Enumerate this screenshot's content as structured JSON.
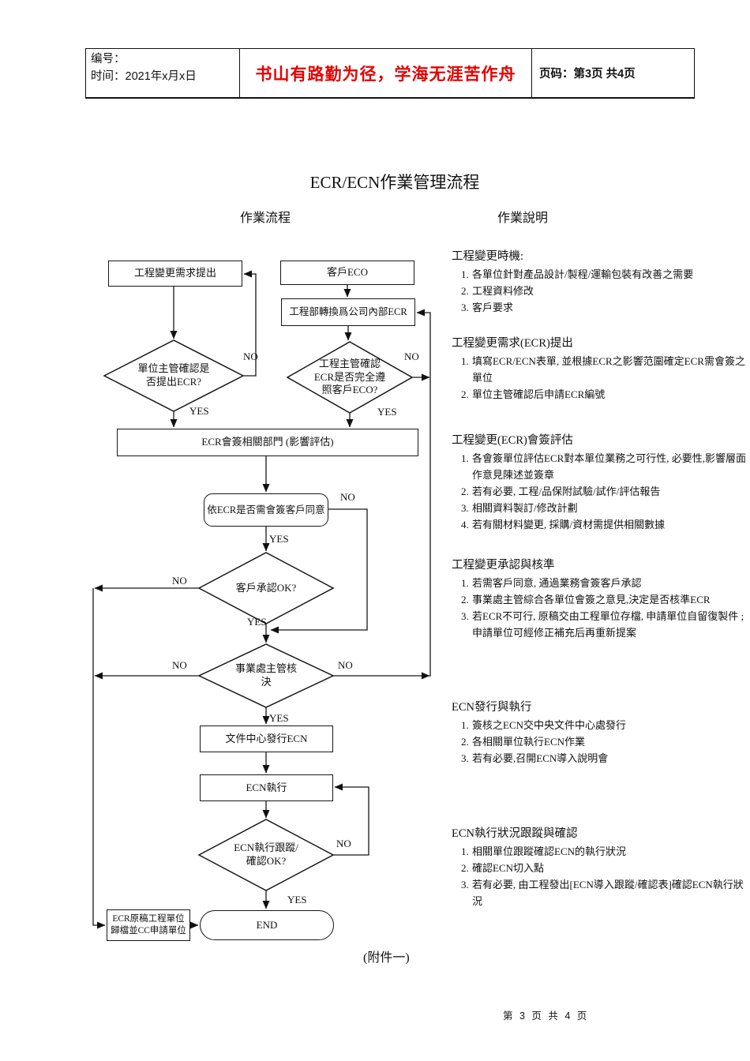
{
  "header": {
    "number_label": "编号：",
    "time_label": "时间：2021年x月x日",
    "motto": "书山有路勤为径，学海无涯苦作舟",
    "page_info": "页码：第3页 共4页"
  },
  "title": "ECR/ECN作業管理流程",
  "column_headers": {
    "process": "作業流程",
    "description": "作業說明"
  },
  "flow": {
    "request_box": "工程變更需求提出",
    "customer_eco_box": "客戶ECO",
    "convert_box": "工程部轉換爲公司內部ECR",
    "unit_manager_diamond": "單位主管確認是\n否提出ECR?",
    "eng_manager_diamond": "工程主管確認\nECR是否完全遵\n照客戶ECO?",
    "countersign_box": "ECR會簽相關部門 (影響評估)",
    "need_customer_box": "依ECR是否需會簽客戶同意",
    "customer_ok_diamond": "客戶承認OK?",
    "division_diamond": "事業處主管核\n決",
    "issue_box": "文件中心發行ECN",
    "execute_box": "ECN執行",
    "tracking_diamond": "ECN執行跟蹤/\n確認OK?",
    "archive_box": "ECR原稿工程單位\n歸檔並CC申請單位",
    "end_node": "END",
    "yes": "YES",
    "no": "NO"
  },
  "sections": [
    {
      "heading": "工程變更時機:",
      "items": [
        "各單位針對產品設計/製程/運輸包裝有改善之需要",
        "工程資料修改",
        "客戶要求"
      ]
    },
    {
      "heading": "工程變更需求(ECR)提出",
      "items": [
        "填寫ECR/ECN表單, 並根據ECR之影響范圍確定ECR需會簽之單位",
        "單位主管確認后申請ECR編號"
      ]
    },
    {
      "heading": "工程變更(ECR)會簽評估",
      "items": [
        "各會簽單位評估ECR對本單位業務之可行性, 必要性,影響層面作意見陳述並簽章",
        "若有必要, 工程/品保附試驗/試作/評估報告",
        "相關資料製訂/修改計劃",
        "若有關材料變更, 採購/資材需提供相關數據"
      ]
    },
    {
      "heading": "工程變更承認與核準",
      "items": [
        "若需客戶同意, 通過業務會簽客戶承認",
        "事業處主管綜合各單位會簽之意見,決定是否核準ECR",
        "若ECR不可行, 原稿交由工程單位存檔, 申請單位自留復製件 ; 申請單位可經修正補充后再重新提案"
      ]
    },
    {
      "heading": "ECN發行與執行",
      "items": [
        "簽核之ECN交中央文件中心處發行",
        "各相關單位執行ECN作業",
        "若有必要,召開ECN導入說明會"
      ]
    },
    {
      "heading": "ECN執行狀況跟蹤與確認",
      "items": [
        "相關單位跟蹤確認ECN的執行狀況",
        "確認ECN切入點",
        "若有必要, 由工程發出[ECN導入跟蹤/確認表]確認ECN執行狀況"
      ]
    }
  ],
  "attachment_note": "(附件一)",
  "footer": {
    "page_number": "第 3 页 共 4 页"
  },
  "colors": {
    "accent_red": "#e60000",
    "ink": "#111111"
  }
}
